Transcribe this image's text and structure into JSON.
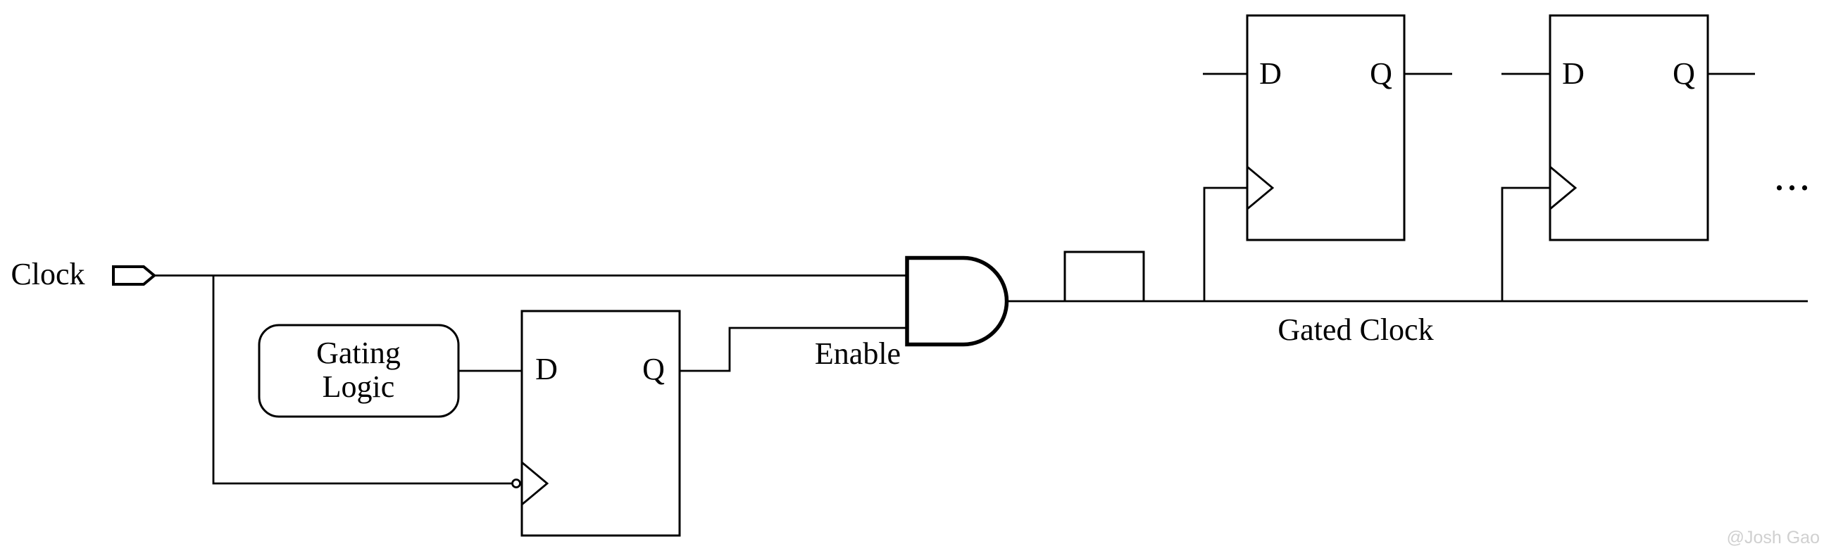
{
  "labels": {
    "clock": "Clock",
    "gating_line1": "Gating",
    "gating_line2": "Logic",
    "enable": "Enable",
    "gated_clock": "Gated Clock",
    "ellipsis": "...",
    "watermark": "@Josh Gao"
  },
  "flipflops": {
    "gating_ff": {
      "d_label": "D",
      "q_label": "Q"
    },
    "sink_ff_1": {
      "d_label": "D",
      "q_label": "Q"
    },
    "sink_ff_2": {
      "d_label": "D",
      "q_label": "Q"
    }
  },
  "colors": {
    "line": "#000000",
    "background": "#ffffff",
    "watermark_text": "#d0d0d0"
  }
}
